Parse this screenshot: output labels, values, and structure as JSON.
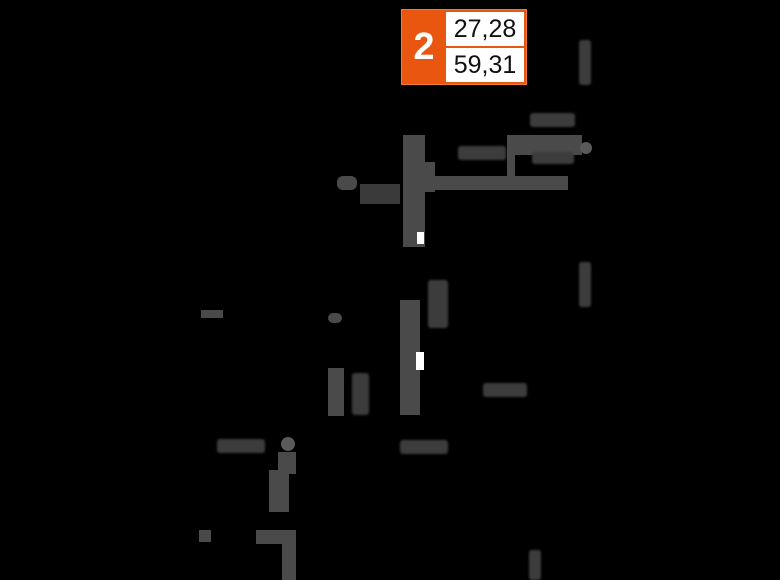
{
  "apartment": {
    "rooms_count": "2",
    "living_area": "27,28",
    "total_area": "59,31"
  },
  "colors": {
    "badge_accent": "#e8560f",
    "background": "#000000",
    "plan_gray": "#4a4a4a"
  }
}
